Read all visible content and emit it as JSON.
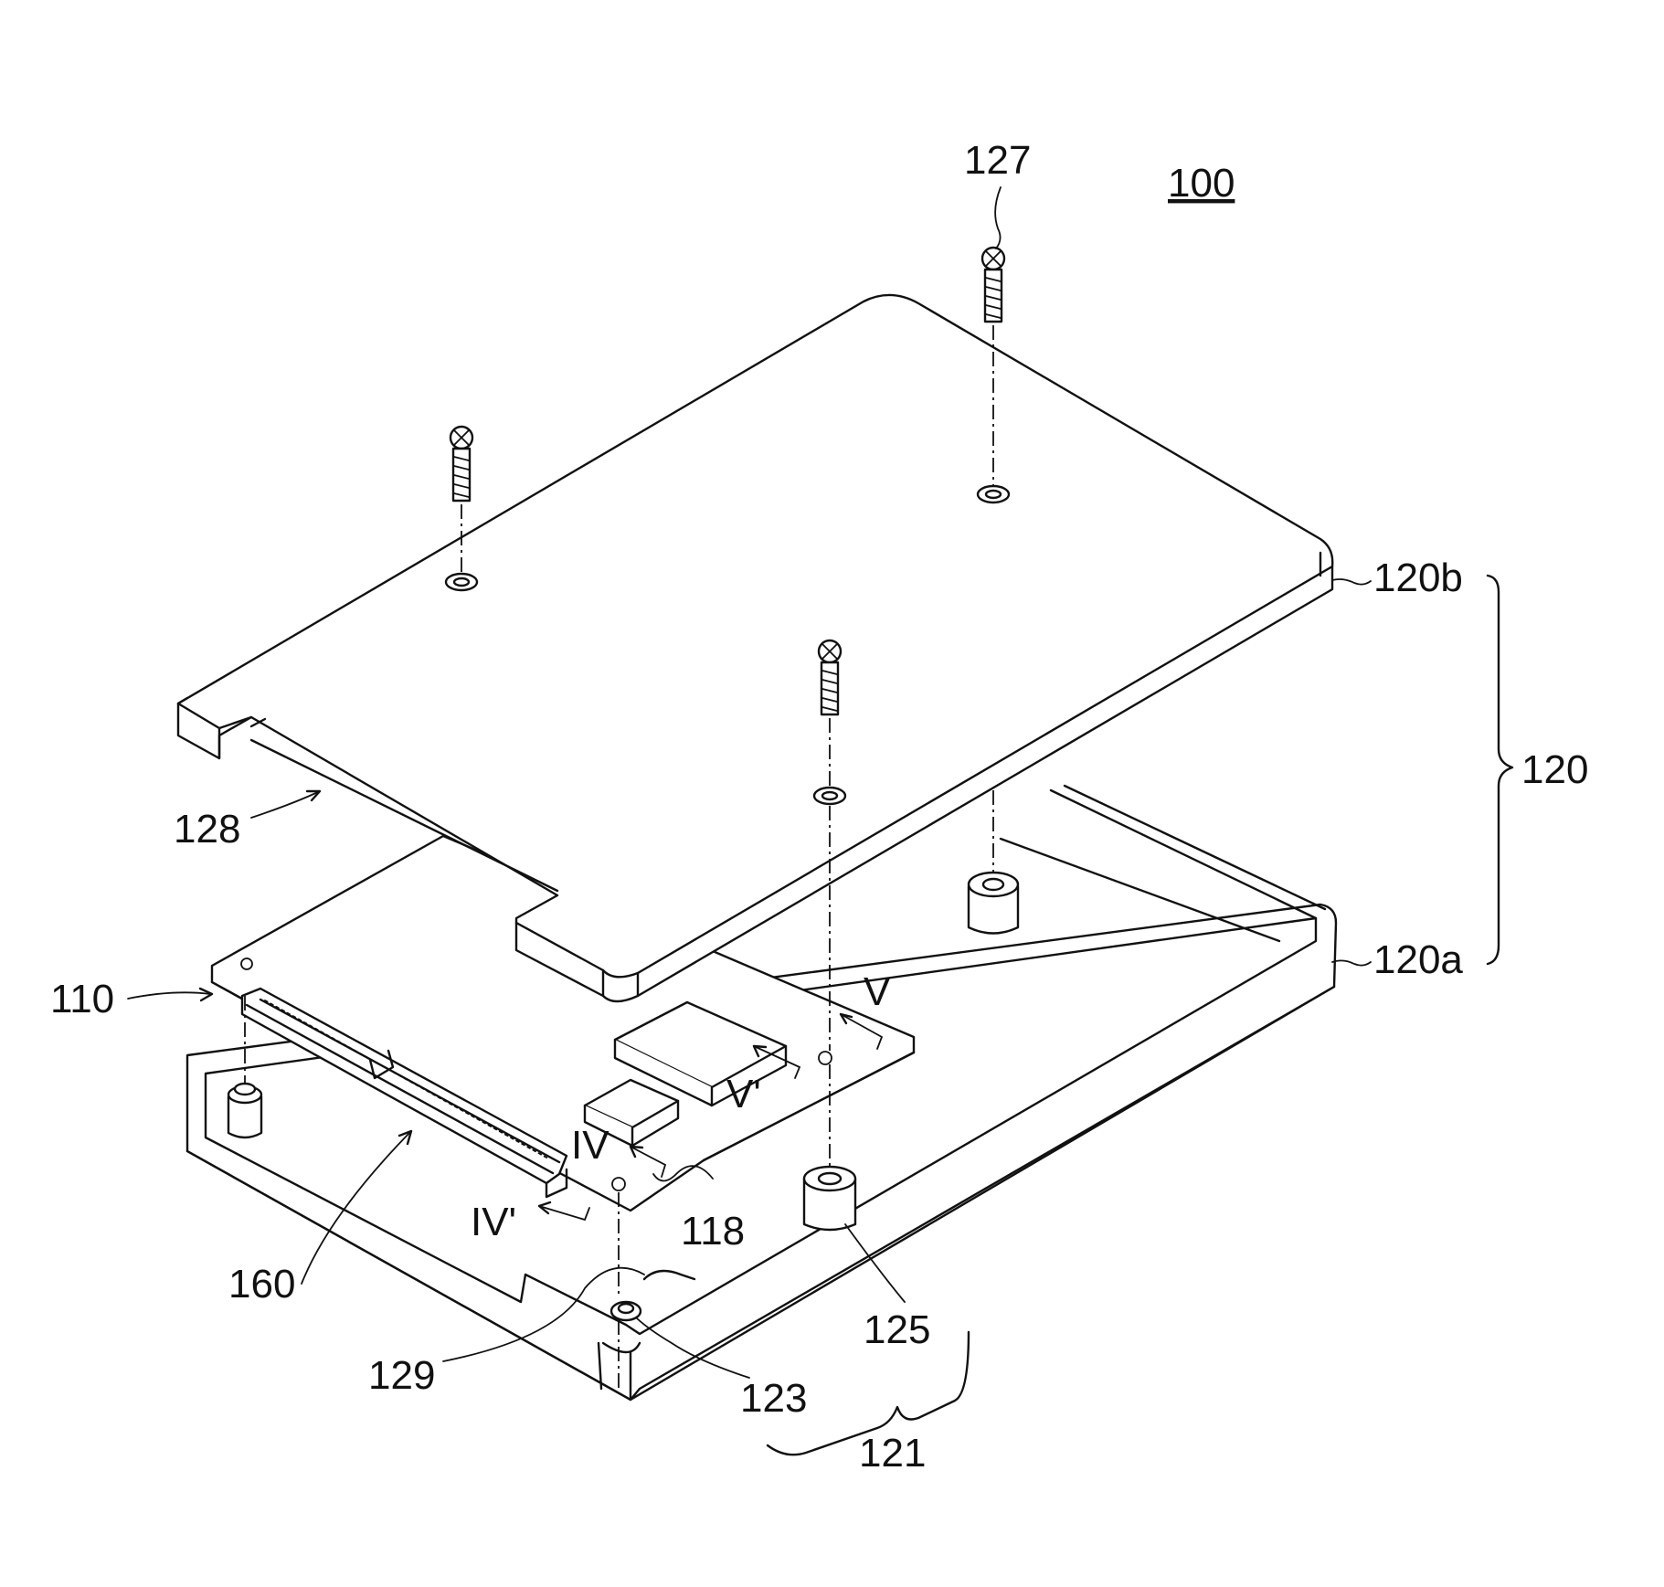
{
  "figure": {
    "title": "100",
    "labels": {
      "l127": "127",
      "l120b": "120b",
      "l120": "120",
      "l120a": "120a",
      "l128": "128",
      "l110": "110",
      "lV": "V",
      "lVp": "V'",
      "lIV": "IV",
      "lIVp": "IV'",
      "l118": "118",
      "l160": "160",
      "l125": "125",
      "l129": "129",
      "l123": "123",
      "l121": "121"
    }
  },
  "colors": {
    "line": "#111111",
    "background": "#ffffff"
  }
}
